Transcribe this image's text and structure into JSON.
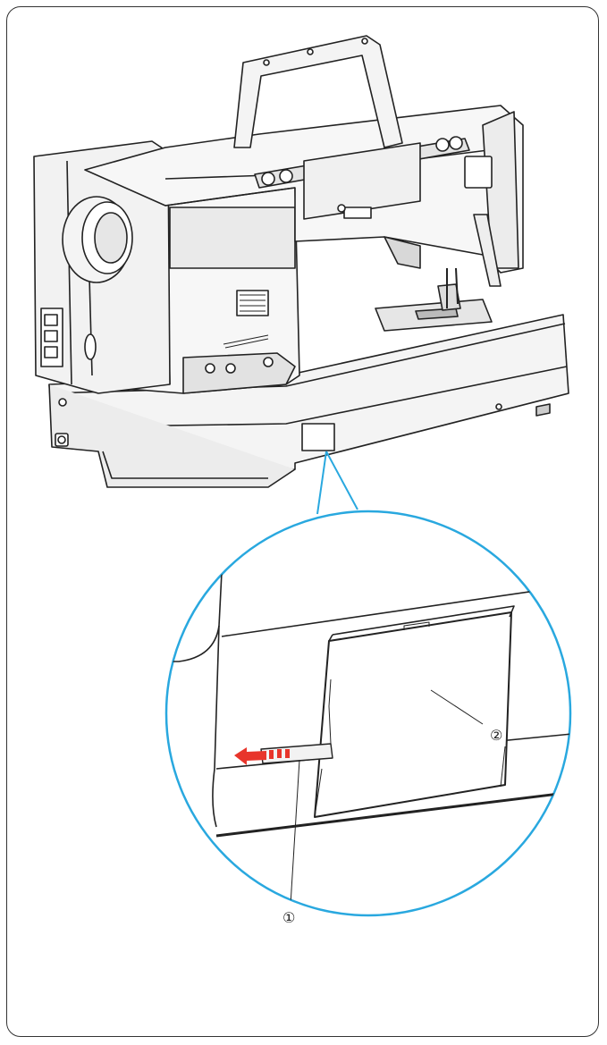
{
  "figure": {
    "subject": "sewing-machine-rear-view",
    "detail": "magnified-rear-cover-with-pull-tab",
    "colors": {
      "magnifier": "#29a8df",
      "arrow": "#e8352b",
      "outline": "#222222"
    }
  },
  "callouts": [
    {
      "id": "1",
      "label": "①"
    },
    {
      "id": "2",
      "label": "②"
    }
  ]
}
